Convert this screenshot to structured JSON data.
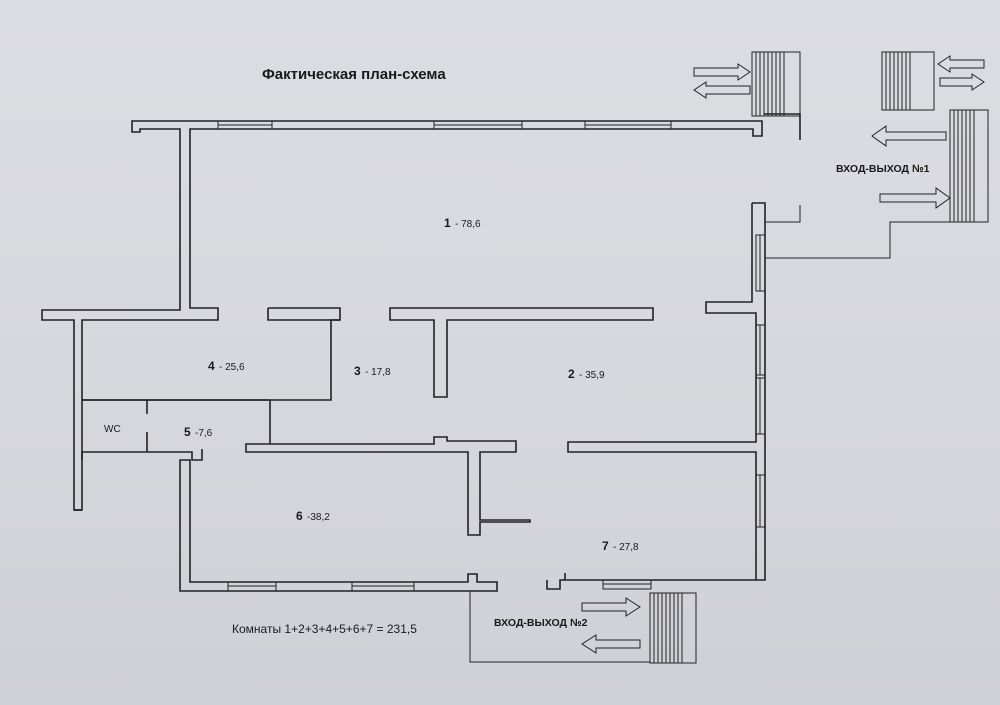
{
  "title": "Фактическая план-схема",
  "rooms": [
    {
      "number": "1",
      "area": "- 78,6"
    },
    {
      "number": "2",
      "area": "- 35,9"
    },
    {
      "number": "3",
      "area": "- 17,8"
    },
    {
      "number": "4",
      "area": "- 25,6"
    },
    {
      "number": "5",
      "area": "-7,6"
    },
    {
      "number": "6",
      "area": "-38,2"
    },
    {
      "number": "7",
      "area": "- 27,8"
    }
  ],
  "wc_label": "WC",
  "entrance_1": "ВХОД-ВЫХОД №1",
  "entrance_2": "ВХОД-ВЫХОД №2",
  "total": "Комнаты  1+2+3+4+5+6+7 = 231,5"
}
